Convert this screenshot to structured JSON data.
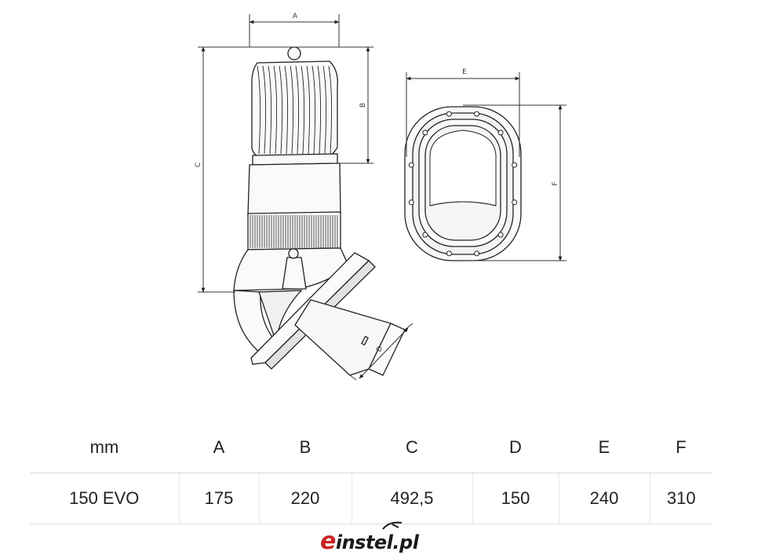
{
  "diagram": {
    "dimension_labels": {
      "a": "A",
      "b": "B",
      "c": "C",
      "d": "D",
      "e": "E",
      "f": "F"
    }
  },
  "table": {
    "headers": [
      "mm",
      "A",
      "B",
      "C",
      "D",
      "E",
      "F"
    ],
    "rows": [
      [
        "150 EVO",
        "175",
        "220",
        "492,5",
        "150",
        "240",
        "310"
      ]
    ]
  },
  "logo": {
    "first_letter": "e",
    "rest": "instel.pl"
  }
}
